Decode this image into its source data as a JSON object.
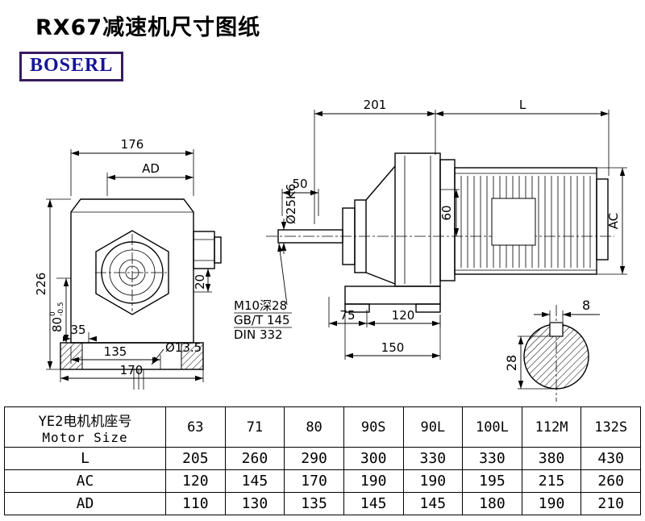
{
  "title": "RX67减速机尺寸图纸",
  "logo": "BOSERL",
  "colors": {
    "logo_text": "#151599",
    "logo_border": "#351c5e",
    "line": "#000000"
  },
  "front_view": {
    "dim_width_top": "176",
    "dim_ad": "AD",
    "dim_height": "226",
    "dim_80": "80",
    "dim_80_tol_upper": "0",
    "dim_80_tol_lower": "-0.5",
    "dim_20": "20",
    "dim_35": "35",
    "dim_135": "135",
    "dim_170": "170",
    "dim_hole": "Ø13.5"
  },
  "side_view": {
    "dim_201": "201",
    "dim_l": "L",
    "dim_50": "50",
    "dim_shaft": "Ø25K6",
    "dim_60": "60",
    "dim_ac": "AC",
    "note_thread": "M10深28",
    "note_gb": "GB/T 145",
    "note_din": "DIN 332",
    "dim_75": "75",
    "dim_120": "120",
    "dim_150": "150"
  },
  "shaft_section": {
    "dim_key_width": "8",
    "dim_depth": "28"
  },
  "table": {
    "header": {
      "label_line1": "YE2电机机座号",
      "label_line2": "Motor Size",
      "sizes": [
        "63",
        "71",
        "80",
        "90S",
        "90L",
        "100L",
        "112M",
        "132S"
      ]
    },
    "rows": [
      {
        "label": "L",
        "values": [
          "205",
          "260",
          "290",
          "300",
          "330",
          "330",
          "380",
          "430"
        ]
      },
      {
        "label": "AC",
        "values": [
          "120",
          "145",
          "170",
          "190",
          "190",
          "195",
          "215",
          "260"
        ]
      },
      {
        "label": "AD",
        "values": [
          "110",
          "130",
          "135",
          "145",
          "145",
          "180",
          "190",
          "210"
        ]
      }
    ]
  }
}
